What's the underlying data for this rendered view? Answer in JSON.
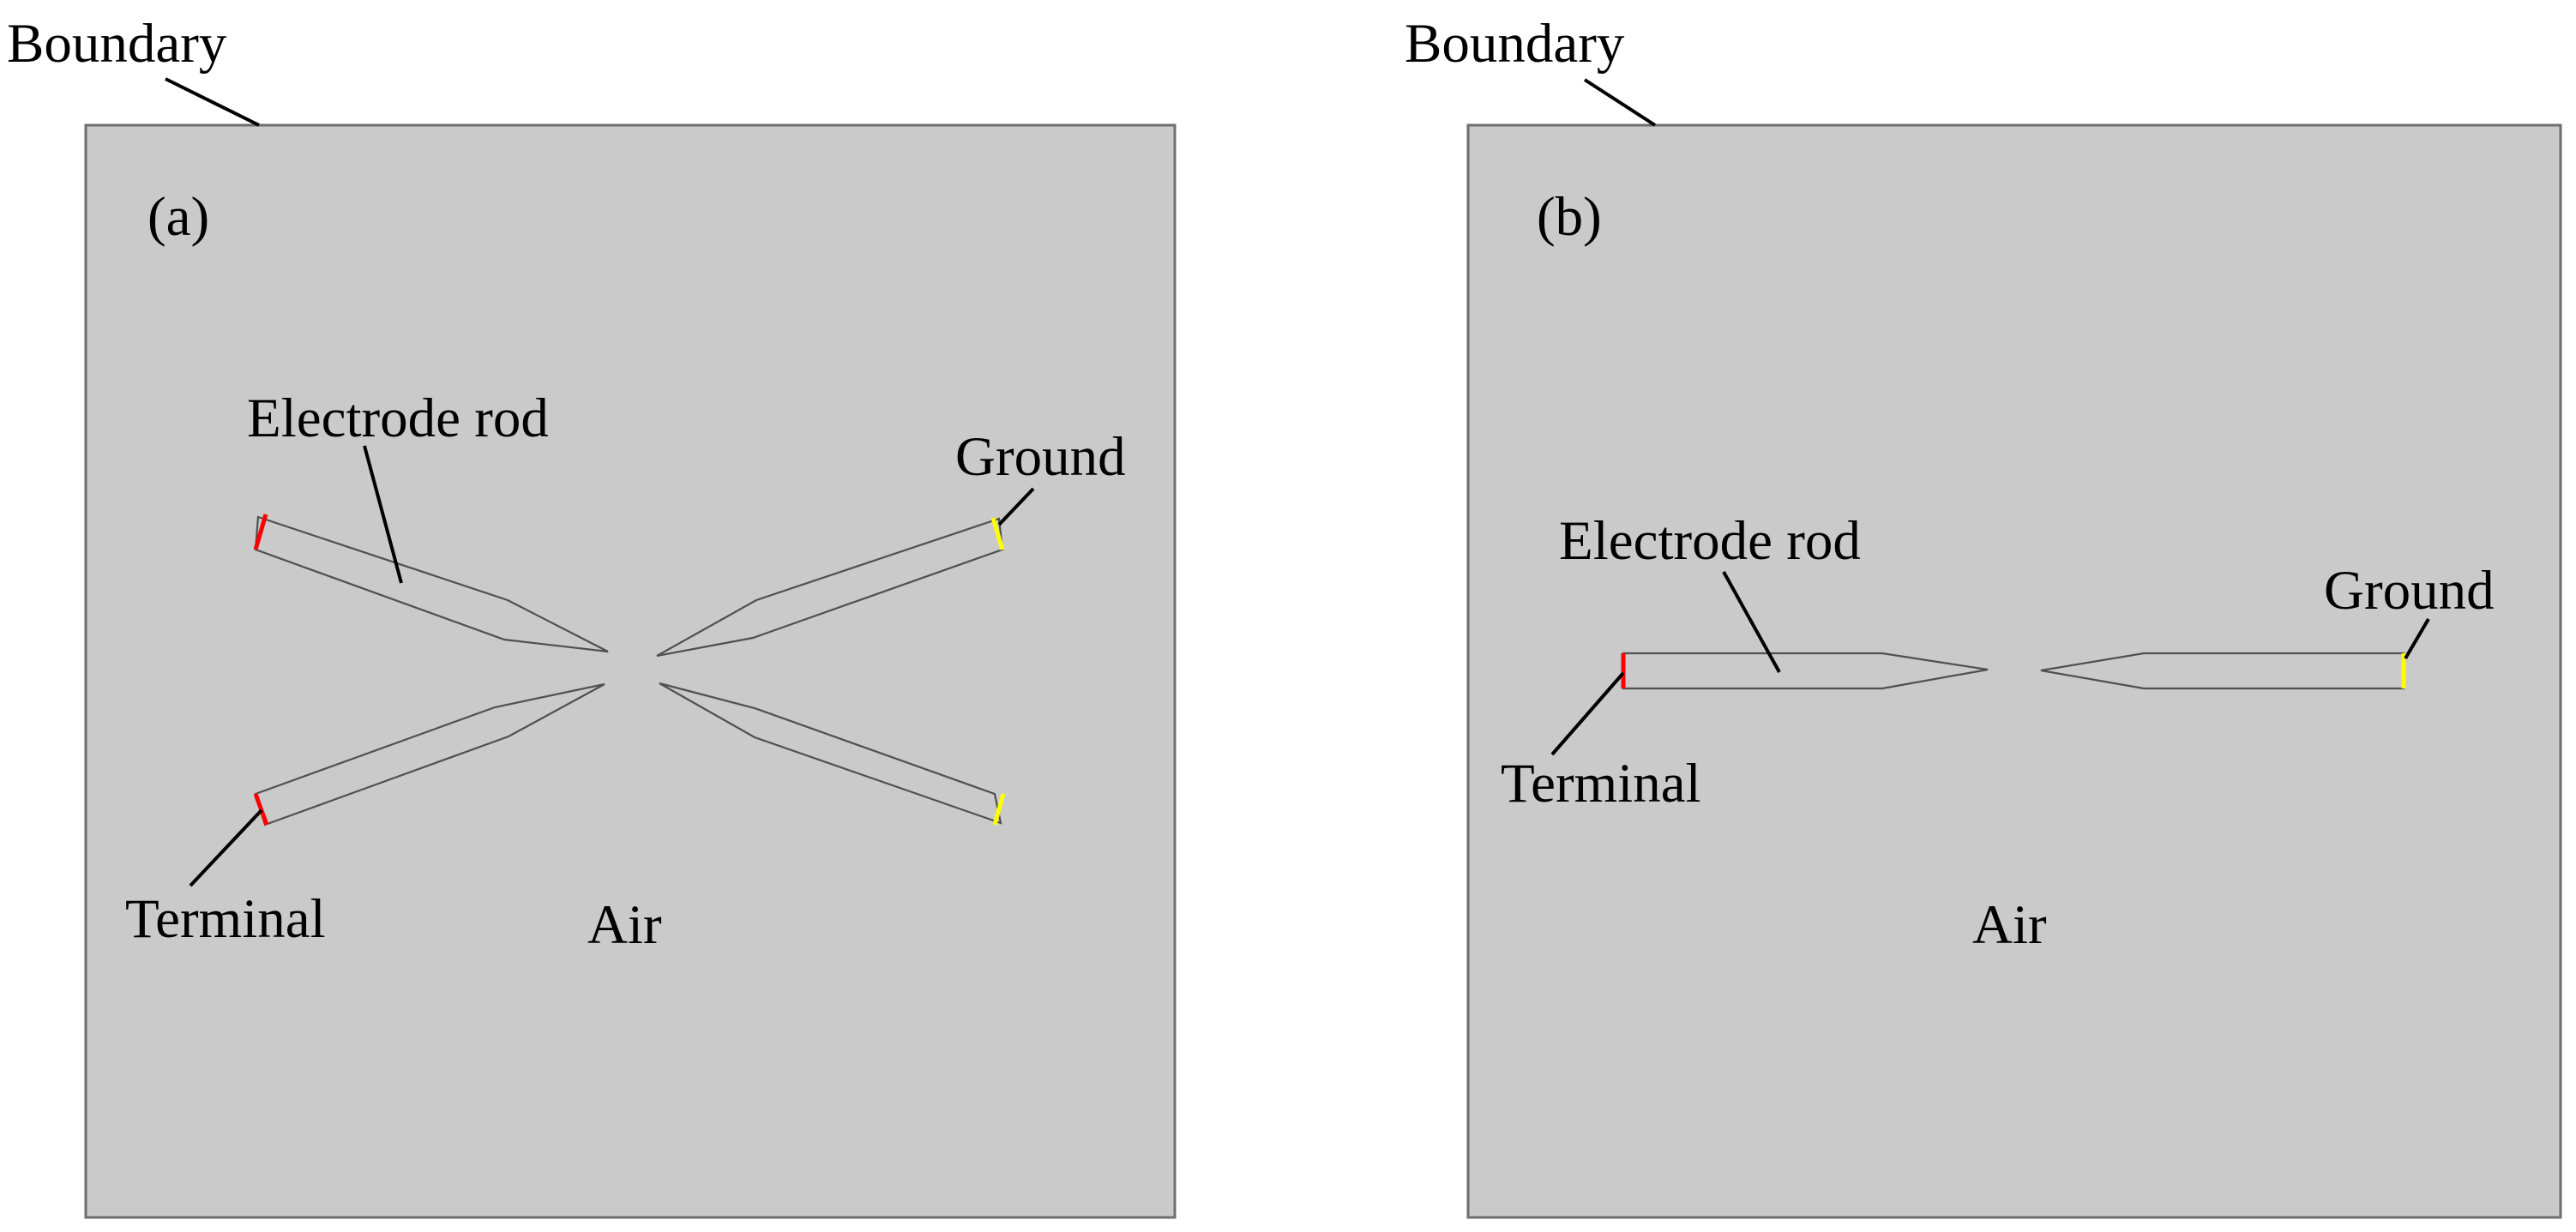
{
  "panels": [
    {
      "id": "a",
      "tag": "(a)",
      "boundary_label": "Boundary",
      "medium_label": "Air",
      "electrode_label": "Electrode rod",
      "terminal_label": "Terminal",
      "ground_label": "Ground"
    },
    {
      "id": "b",
      "tag": "(b)",
      "boundary_label": "Boundary",
      "medium_label": "Air",
      "electrode_label": "Electrode rod",
      "terminal_label": "Terminal",
      "ground_label": "Ground"
    }
  ],
  "colors": {
    "air": "#cacaca",
    "terminal": "#ff0000",
    "ground": "#ffff00"
  }
}
